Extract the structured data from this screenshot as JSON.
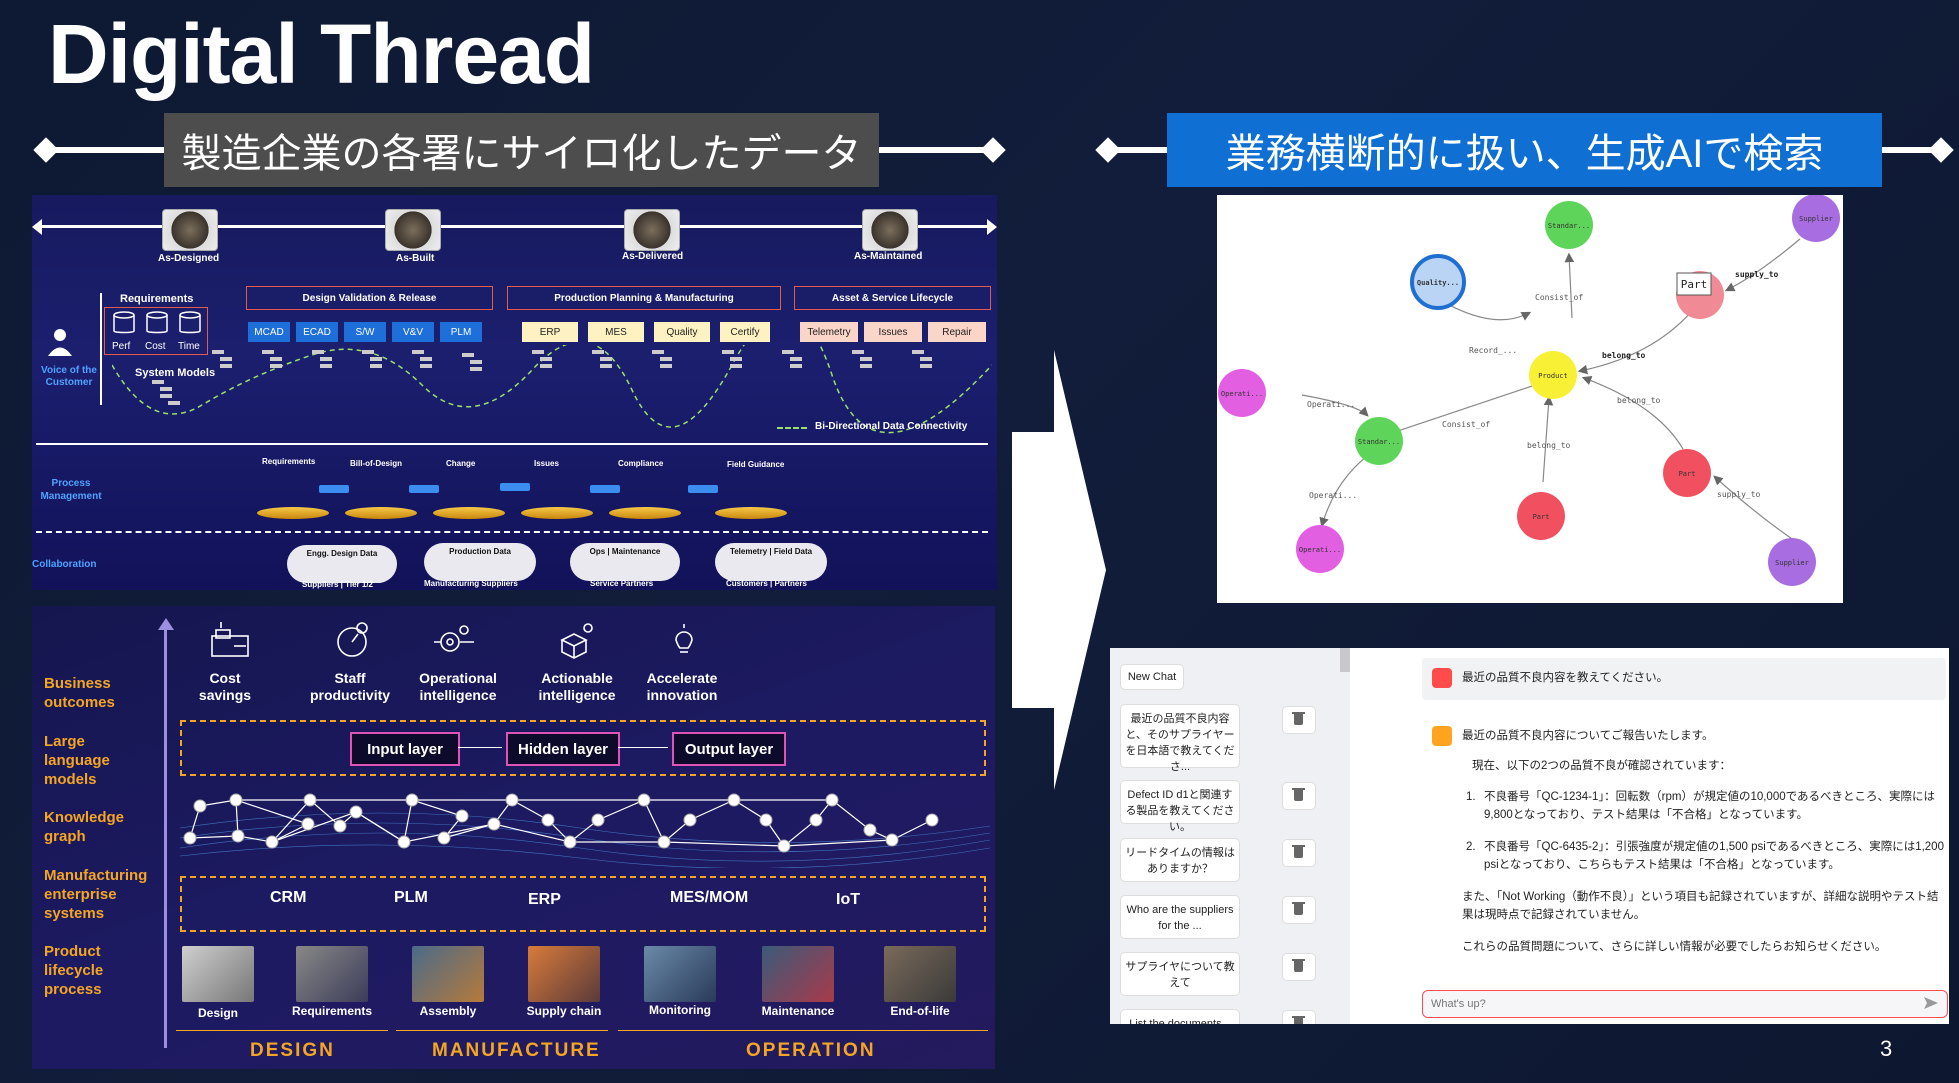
{
  "title": "Digital Thread",
  "banner_left": "製造企業の各署にサイロ化したデータ",
  "banner_right": "業務横断的に扱い、生成AIで検索",
  "page_number": "3",
  "colors": {
    "banner_right": "#0f6fd3",
    "banner_left": "#4d4d4d",
    "accent": "#f4a623"
  },
  "lifecycle_stages": [
    "As-Designed",
    "As-Built",
    "As-Delivered",
    "As-Maintained"
  ],
  "voice_of_customer": "Voice of the Customer",
  "requirements": {
    "title": "Requirements",
    "items": [
      "Perf",
      "Cost",
      "Time"
    ],
    "system_models": "System Models"
  },
  "categories": [
    "Design Validation & Release",
    "Production Planning & Manufacturing",
    "Asset & Service Lifecycle"
  ],
  "design_tags": [
    "MCAD",
    "ECAD",
    "S/W",
    "V&V",
    "PLM"
  ],
  "production_tags": [
    "ERP",
    "MES",
    "Quality",
    "Certify"
  ],
  "service_tags": [
    "Telemetry",
    "Issues",
    "Repair"
  ],
  "connectivity_legend": "Bi-Directional Data Connectivity",
  "process_management": "Process Management",
  "process_steps": [
    "Requirements",
    "Bill-of-Design",
    "Change",
    "Issues",
    "Compliance",
    "Field Guidance"
  ],
  "collaboration": "Collaboration",
  "clouds": [
    {
      "title": "Engg. Design Data",
      "caption": "Suppliers | Tier 1/2"
    },
    {
      "title": "Production Data",
      "caption": "Manufacturing Suppliers"
    },
    {
      "title": "Ops | Maintenance",
      "caption": "Service Partners"
    },
    {
      "title": "Telemetry | Field Data",
      "caption": "Customers | Partners"
    }
  ],
  "left_labels": [
    "Business outcomes",
    "Large language models",
    "Knowledge graph",
    "Manufacturing enterprise systems",
    "Product lifecycle process"
  ],
  "outcomes": [
    "Cost savings",
    "Staff productivity",
    "Operational intelligence",
    "Actionable intelligence",
    "Accelerate innovation"
  ],
  "llm_layers": [
    "Input layer",
    "Hidden layer",
    "Output layer"
  ],
  "systems": [
    "CRM",
    "PLM",
    "ERP",
    "MES/MOM",
    "IoT"
  ],
  "process_thumbs": [
    "Design",
    "Requirements",
    "Assembly",
    "Supply chain",
    "Monitoring",
    "Maintenance",
    "End-of-life"
  ],
  "phases": [
    "DESIGN",
    "MANUFACTURE",
    "OPERATION"
  ],
  "graph": {
    "nodes": [
      {
        "label": "Standar...",
        "color": "#5fd45a"
      },
      {
        "label": "Supplier",
        "color": "#a86de0"
      },
      {
        "label": "Quality...",
        "color": "#b9d4f5"
      },
      {
        "label": "Part",
        "color": "#f08b95"
      },
      {
        "label": "Product",
        "color": "#f7f035"
      },
      {
        "label": "Operati...",
        "color": "#e25fe2"
      },
      {
        "label": "Standar...",
        "color": "#5fd45a"
      },
      {
        "label": "Part",
        "color": "#f0505f"
      },
      {
        "label": "Part",
        "color": "#f0505f"
      },
      {
        "label": "Operati...",
        "color": "#e25fe2"
      },
      {
        "label": "Supplier",
        "color": "#a86de0"
      }
    ],
    "edges": [
      "Consist_of",
      "supply_to",
      "Record_...",
      "belong_to",
      "Operati...",
      "Consist_of",
      "belong_to",
      "belong_to",
      "Operati...",
      "supply_to"
    ],
    "tooltip": "Part"
  },
  "chat": {
    "new_chat": "New Chat",
    "history": [
      "最近の品質不良内容と、そのサプライヤーを日本語で教えてくださ...",
      "Defect ID d1と関連する製品を教えてください。",
      "リードタイムの情報はありますか？",
      "Who are the suppliers for the ...",
      "サプライヤについて教えて",
      "List the documents..."
    ],
    "user_message": "最近の品質不良内容を教えてください。",
    "assistant_intro": "最近の品質不良内容についてご報告いたします。",
    "assistant_line2": "現在、以下の2つの品質不良が確認されています：",
    "item1": "不良番号「QC-1234-1」：回転数（rpm）が規定値の10,000であるべきところ、実際には9,800となっており、テスト結果は「不合格」となっています。",
    "item2": "不良番号「QC-6435-2」：引張強度が規定値の1,500 psiであるべきところ、実際には1,200 psiとなっており、こちらもテスト結果は「不合格」となっています。",
    "assistant_line3": "また、「Not Working（動作不良）」という項目も記録されていますが、詳細な説明やテスト結果は現時点で記録されていません。",
    "assistant_line4": "これらの品質問題について、さらに詳しい情報が必要でしたらお知らせください。",
    "input_placeholder": "What's up?"
  }
}
